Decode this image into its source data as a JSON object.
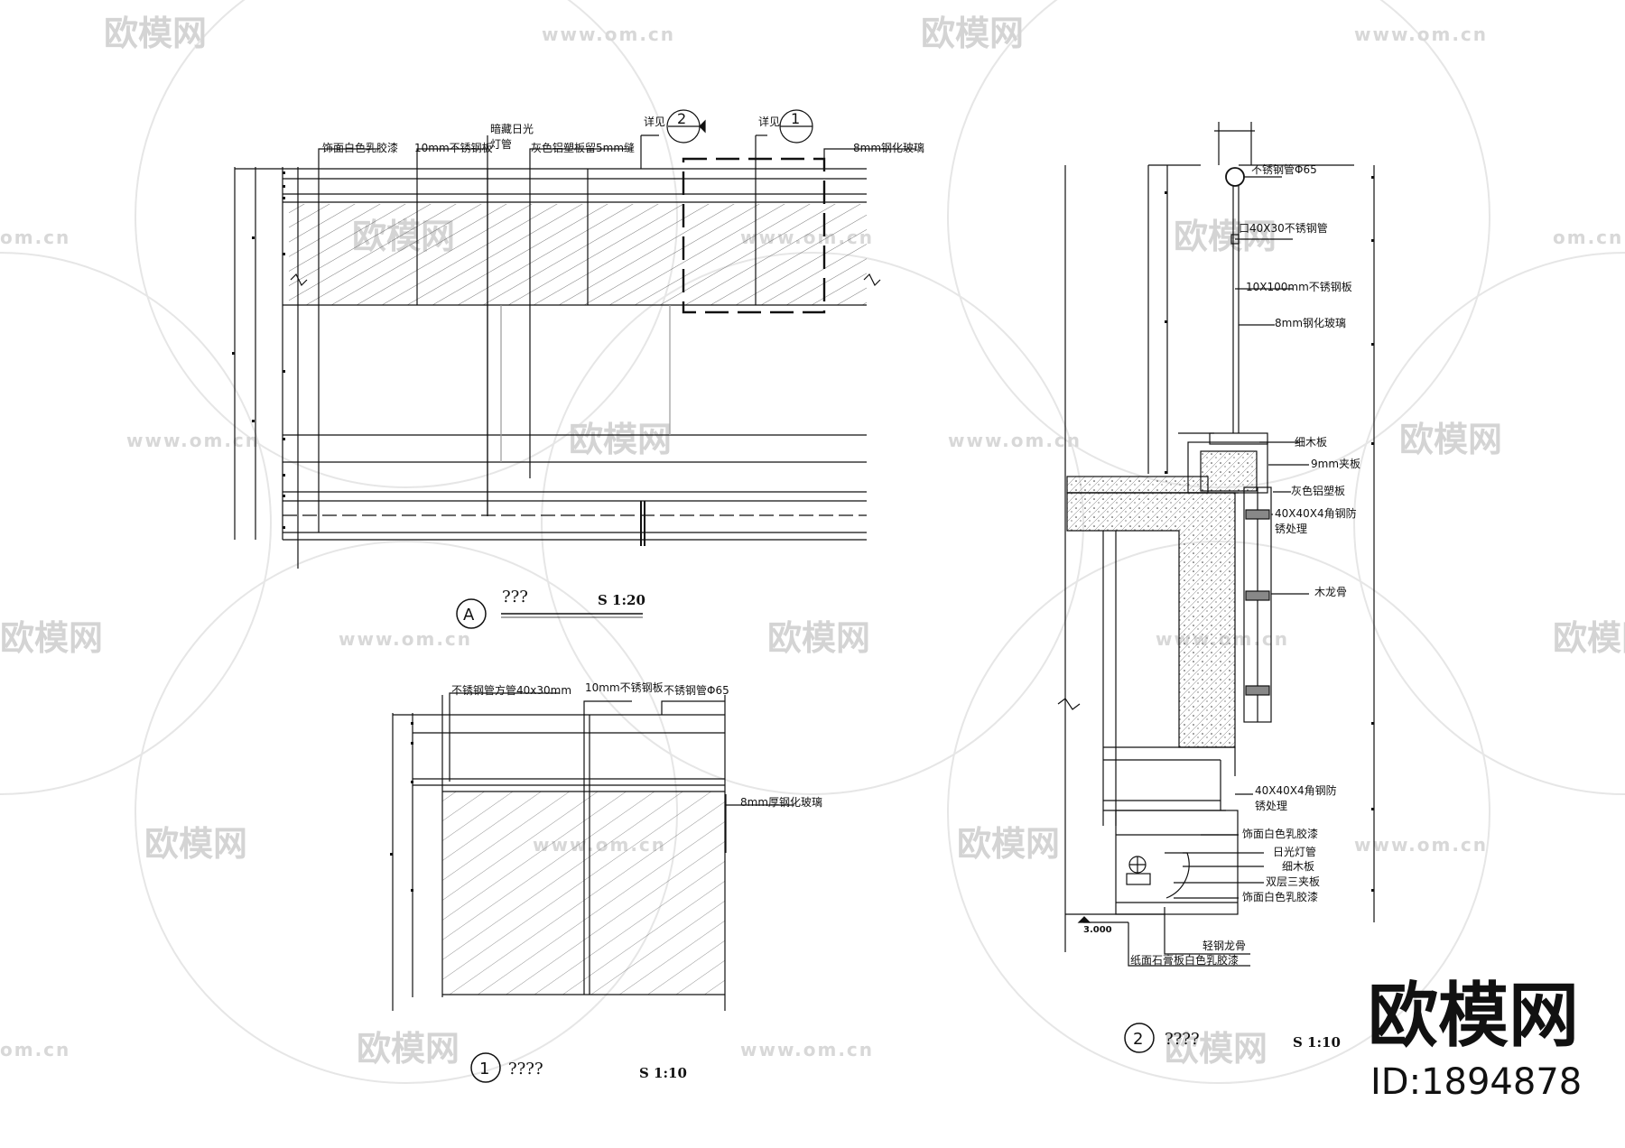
{
  "watermark": {
    "brand": "欧模网",
    "url": "www.om.cn",
    "url_short": "om.cn",
    "id_label": "ID:1894878"
  },
  "detail_a": {
    "marker": "A",
    "title": "???",
    "scale": "S 1:20",
    "callout_2_prefix": "详见",
    "callout_2_num": "2",
    "callout_1_prefix": "详见",
    "callout_1_num": "1",
    "labels": [
      "饰面白色乳胶漆",
      "10mm不锈钢板",
      "暗藏日光",
      "灯管",
      "灰色铝塑板留5mm缝",
      "8mm钢化玻璃"
    ]
  },
  "detail_1": {
    "marker": "1",
    "title": "????",
    "scale": "S 1:10",
    "labels": [
      "不锈钢管方管40x30mm",
      "10mm不锈钢板",
      "不锈钢管Φ65",
      "8mm厚钢化玻璃"
    ]
  },
  "detail_2": {
    "marker": "2",
    "title": "????",
    "scale": "S 1:10",
    "elevation": "3.000",
    "labels": [
      "不锈钢管Φ65",
      "口40X30不锈钢管",
      "10X100mm不锈钢板",
      "8mm钢化玻璃",
      "细木板",
      "9mm夹板",
      "灰色铝塑板",
      "40X40X4角钢防",
      "锈处理",
      "木龙骨",
      "40X40X4角钢防",
      "锈处理",
      "饰面白色乳胶漆",
      "日光灯管",
      "细木板",
      "双层三夹板",
      "饰面白色乳胶漆",
      "轻钢龙骨",
      "纸面石膏板白色乳胶漆"
    ]
  },
  "colors": {
    "line": "#111111",
    "hatch": "#444444",
    "watermark": "#d4d4d4"
  }
}
